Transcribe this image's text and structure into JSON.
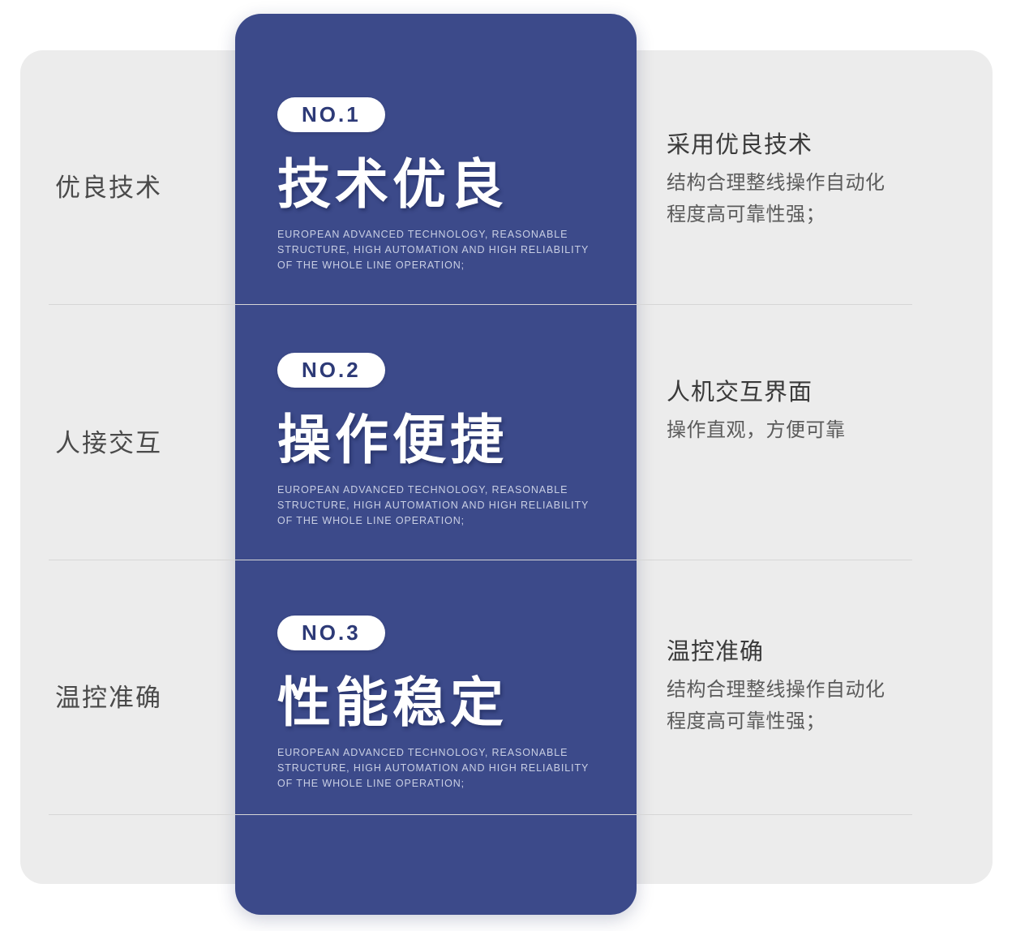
{
  "theme": {
    "accent_blue": "#3c4a8a",
    "panel_grey": "#ececec",
    "page_background": "#ffffff",
    "divider_grey": "#d6d6d6",
    "badge_text_color": "#2d3a77"
  },
  "rows": [
    {
      "left_label": "优良技术",
      "badge": "NO.1",
      "headline": "技术优良",
      "caption_lines": [
        "EUROPEAN ADVANCED TECHNOLOGY, REASONABLE",
        "STRUCTURE, HIGH AUTOMATION AND HIGH RELIABILITY",
        "OF THE WHOLE LINE OPERATION;"
      ],
      "right_title": "采用优良技术",
      "right_desc_lines": [
        "结构合理整线操作自动化",
        "程度高可靠性强；"
      ]
    },
    {
      "left_label": "人接交互",
      "badge": "NO.2",
      "headline": "操作便捷",
      "caption_lines": [
        "EUROPEAN ADVANCED TECHNOLOGY, REASONABLE",
        "STRUCTURE, HIGH AUTOMATION AND HIGH RELIABILITY",
        "OF THE WHOLE LINE OPERATION;"
      ],
      "right_title": "人机交互界面",
      "right_desc_lines": [
        "操作直观，方便可靠"
      ]
    },
    {
      "left_label": "温控准确",
      "badge": "NO.3",
      "headline": "性能稳定",
      "caption_lines": [
        "EUROPEAN ADVANCED TECHNOLOGY, REASONABLE",
        "STRUCTURE, HIGH AUTOMATION AND HIGH RELIABILITY",
        "OF THE WHOLE LINE OPERATION;"
      ],
      "right_title": "温控准确",
      "right_desc_lines": [
        "结构合理整线操作自动化",
        "程度高可靠性强；"
      ]
    }
  ]
}
